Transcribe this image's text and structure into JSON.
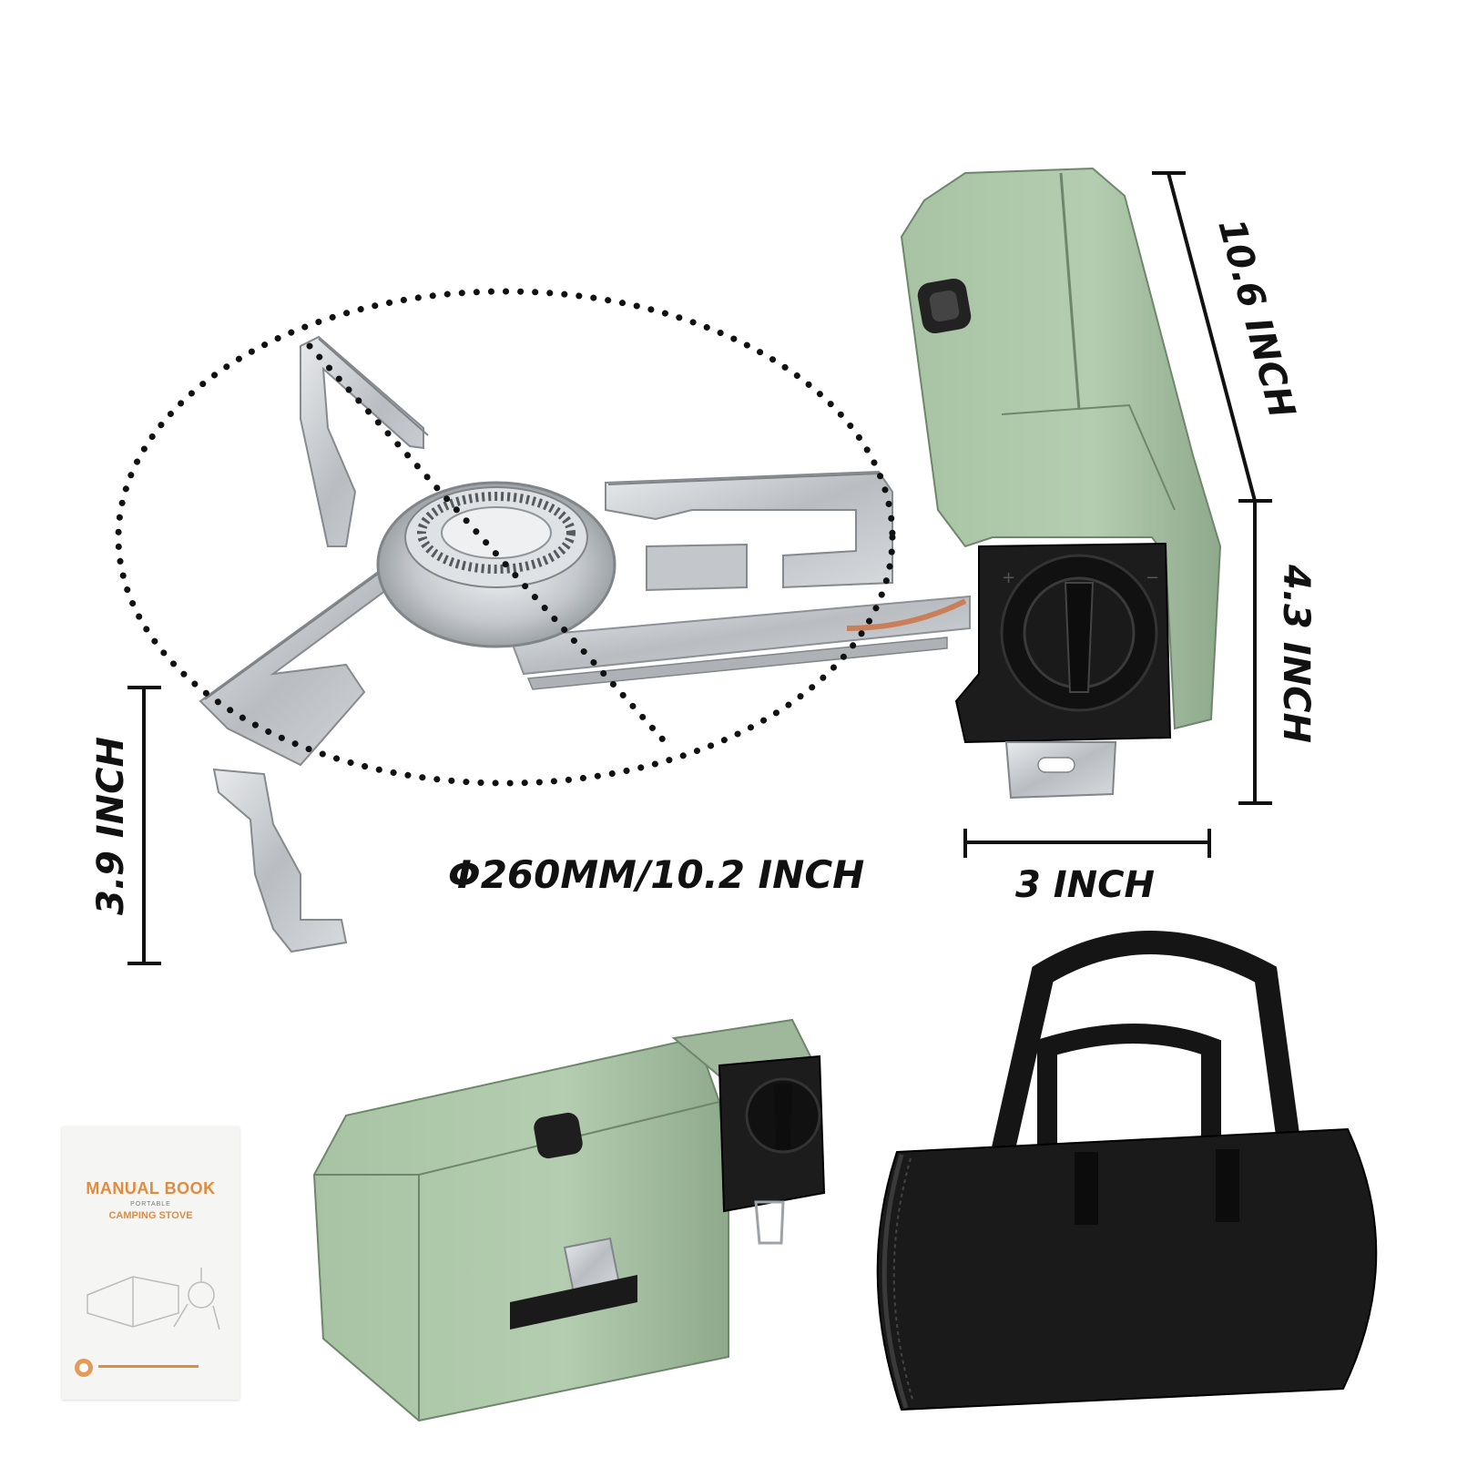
{
  "dimensions": {
    "height_total": "10.6 INCH",
    "height_front": "4.3 INCH",
    "leg_height": "3.9 INCH",
    "diameter": "Φ260MM/10.2 INCH",
    "width": "3 INCH"
  },
  "manual": {
    "title": "MANUAL BOOK",
    "subtitle": "PORTABLE",
    "product": "CAMPING STOVE"
  },
  "colors": {
    "stove_green": "#a9c3a5",
    "stove_green_dark": "#8ea98b",
    "metal": "#c9ccd0",
    "black": "#1a1a1a",
    "accent_orange": "#e08b3e"
  }
}
